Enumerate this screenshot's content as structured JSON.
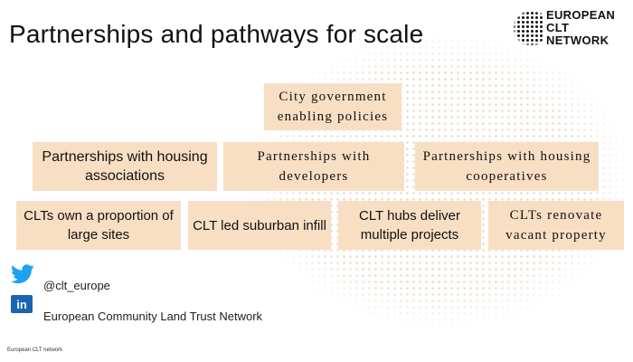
{
  "slide": {
    "title": "Partnerships and pathways for scale",
    "logo": {
      "line1": "EUROPEAN",
      "line2": "CLT",
      "line3": "NETWORK"
    },
    "boxes": {
      "city_government": "City government enabling policies",
      "housing_associations": "Partnerships with housing associations",
      "developers": "Partnerships with developers",
      "housing_cooperatives": "Partnerships with housing cooperatives",
      "clts_own": "CLTs own a proportion of large sites",
      "suburban_infill": "CLT led suburban infill",
      "clt_hubs": "CLT hubs deliver multiple projects",
      "vacant_property": "CLTs renovate vacant property"
    },
    "social": {
      "twitter_handle": "@clt_europe",
      "linkedin_name": "European Community Land Trust Network",
      "linkedin_icon_text": "in"
    },
    "footer": "European CLT network"
  },
  "colors": {
    "box_fill": "#f8dfc4",
    "map_dots": "#e3c9ad",
    "twitter_blue": "#1da1f2",
    "linkedin_blue": "#1b64b2"
  },
  "icons": [
    "twitter-icon",
    "linkedin-icon"
  ]
}
